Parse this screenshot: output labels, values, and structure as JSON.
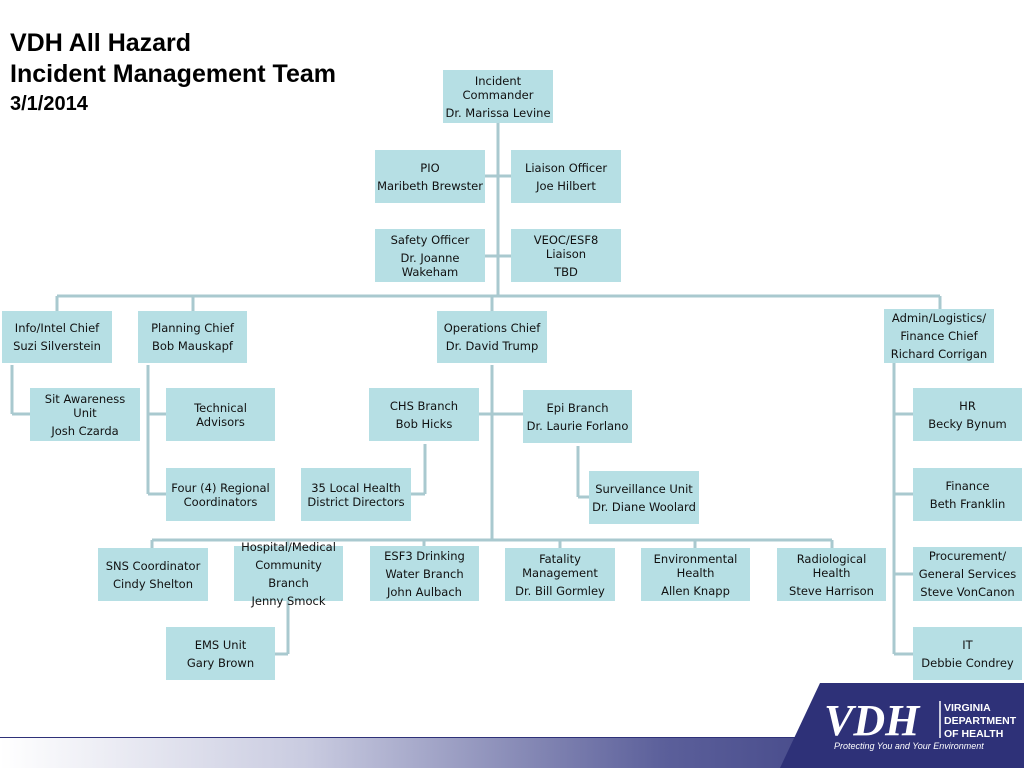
{
  "title": {
    "line1": "VDH All Hazard",
    "line2": "Incident Management Team",
    "date": "3/1/2014"
  },
  "boxes": {
    "commander": {
      "role": "Incident Commander",
      "name": "Dr. Marissa Levine"
    },
    "pio": {
      "role": "PIO",
      "name": "Maribeth Brewster"
    },
    "liaison": {
      "role": "Liaison Officer",
      "name": "Joe Hilbert"
    },
    "safety": {
      "role": "Safety Officer",
      "name": "Dr. Joanne Wakeham"
    },
    "veoc": {
      "role": "VEOC/ESF8 Liaison",
      "name": "TBD"
    },
    "info_intel": {
      "role": "Info/Intel Chief",
      "name": "Suzi Silverstein"
    },
    "planning": {
      "role": "Planning Chief",
      "name": "Bob Mauskapf"
    },
    "operations": {
      "role": "Operations Chief",
      "name": "Dr. David Trump"
    },
    "admin": {
      "role": "Admin/Logistics/ Finance Chief",
      "name": "Richard Corrigan"
    },
    "sit_awareness": {
      "role": "Sit Awareness Unit",
      "name": "Josh Czarda"
    },
    "technical": {
      "role": "Technical Advisors"
    },
    "regional": {
      "role": "Four (4) Regional Coordinators"
    },
    "chs": {
      "role": "CHS Branch",
      "name": "Bob Hicks"
    },
    "local_health": {
      "role": "35 Local  Health District Directors"
    },
    "epi": {
      "role": "Epi Branch",
      "name": "Dr. Laurie Forlano"
    },
    "surveillance": {
      "role": "Surveillance Unit",
      "name": "Dr. Diane Woolard"
    },
    "hr": {
      "role": "HR",
      "name": "Becky Bynum"
    },
    "finance": {
      "role": "Finance",
      "name": "Beth Franklin"
    },
    "procurement": {
      "role": "Procurement/ General Services",
      "name": "Steve VonCanon"
    },
    "it": {
      "role": "IT",
      "name": "Debbie Condrey"
    },
    "sns": {
      "role": "SNS Coordinator",
      "name": "Cindy Shelton"
    },
    "hospital": {
      "role": "Hospital/Medical Community Branch",
      "name": "Jenny Smock"
    },
    "esf3": {
      "role": "ESF3 Drinking Water Branch",
      "name": "John Aulbach"
    },
    "fatality": {
      "role": "Fatality Management",
      "name": "Dr. Bill Gormley"
    },
    "environmental": {
      "role": "Environmental Health",
      "name": "Allen Knapp"
    },
    "radiological": {
      "role": "Radiological Health",
      "name": "Steve Harrison"
    },
    "ems": {
      "role": "EMS Unit",
      "name": "Gary Brown"
    }
  },
  "logo": {
    "letters": "VDH",
    "org_line1": "VIRGINIA",
    "org_line2": "DEPARTMENT",
    "org_line3": "OF HEALTH",
    "tagline": "Protecting You and Your Environment"
  },
  "colors": {
    "box_fill": "#b6dfe4",
    "connector": "#a9c9cf",
    "logo_navy": "#2e3178"
  }
}
